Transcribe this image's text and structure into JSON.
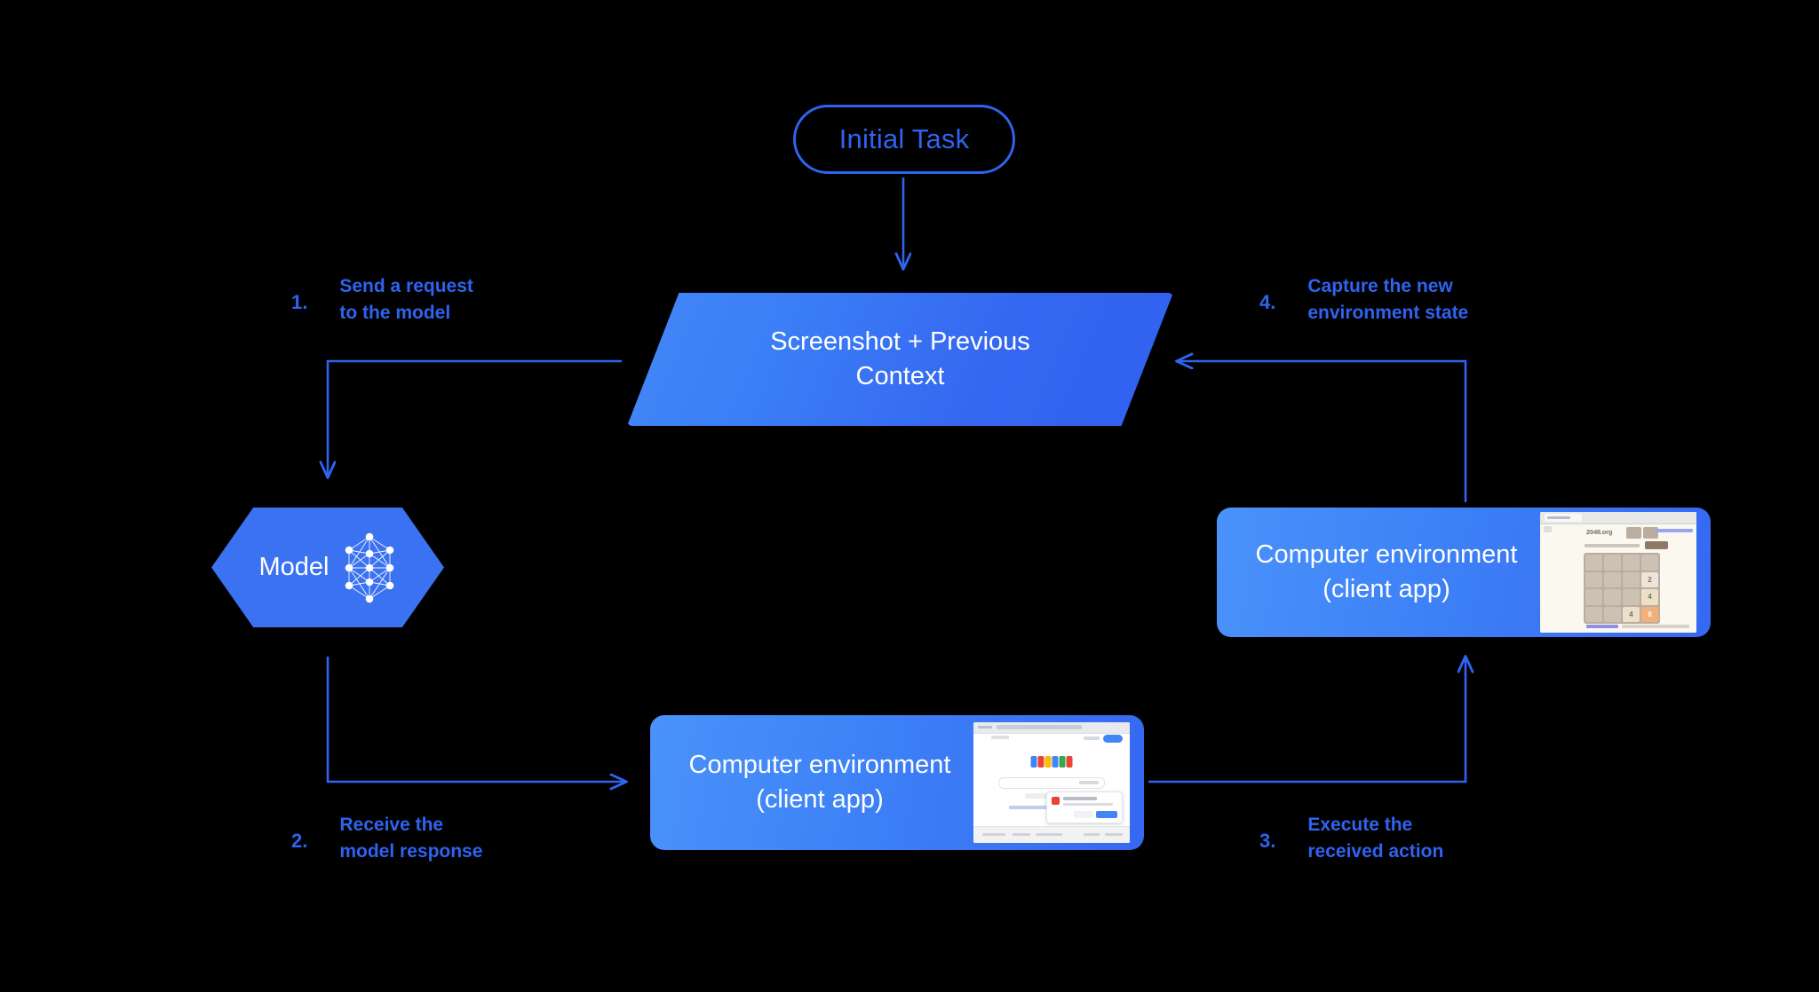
{
  "diagram": {
    "title": "Computer use agent loop",
    "background_color": "#000000",
    "accent_color": "#2f63f0",
    "node_fill_light": "#4a92fa",
    "node_fill_dark": "#3060ef"
  },
  "initial_task": {
    "label": "Initial Task"
  },
  "context_node": {
    "line1": "Screenshot + Previous",
    "line2": "Context"
  },
  "model_node": {
    "label": "Model",
    "icon": "neural-network-icon"
  },
  "env_right": {
    "line1": "Computer environment",
    "line2": "(client app)",
    "thumbnail": "2048-game-screenshot"
  },
  "env_bottom": {
    "line1": "Computer environment",
    "line2": "(client app)",
    "thumbnail": "google-search-screenshot"
  },
  "thumb_2048": {
    "site_title": "2048.org",
    "tiles": [
      [
        "",
        "",
        "",
        ""
      ],
      [
        "",
        "",
        "",
        "2"
      ],
      [
        "",
        "",
        "",
        "4"
      ],
      [
        "",
        "",
        "4",
        "8"
      ]
    ],
    "tile_colors": {
      "2": "#eee4da",
      "4": "#ede0c8",
      "8": "#f2b179",
      "empty": "#cdc1b4",
      "board": "#bbada0"
    }
  },
  "thumb_google": {
    "logo_colors": [
      "#4285f4",
      "#ea4335",
      "#fbbc05",
      "#4285f4",
      "#34a853",
      "#ea4335"
    ]
  },
  "steps": [
    {
      "number": "1.",
      "text": "Send a request\nto the model"
    },
    {
      "number": "2.",
      "text": "Receive the\nmodel response"
    },
    {
      "number": "3.",
      "text": "Execute the\nreceived action"
    },
    {
      "number": "4.",
      "text": "Capture the new\nenvironment state"
    }
  ]
}
